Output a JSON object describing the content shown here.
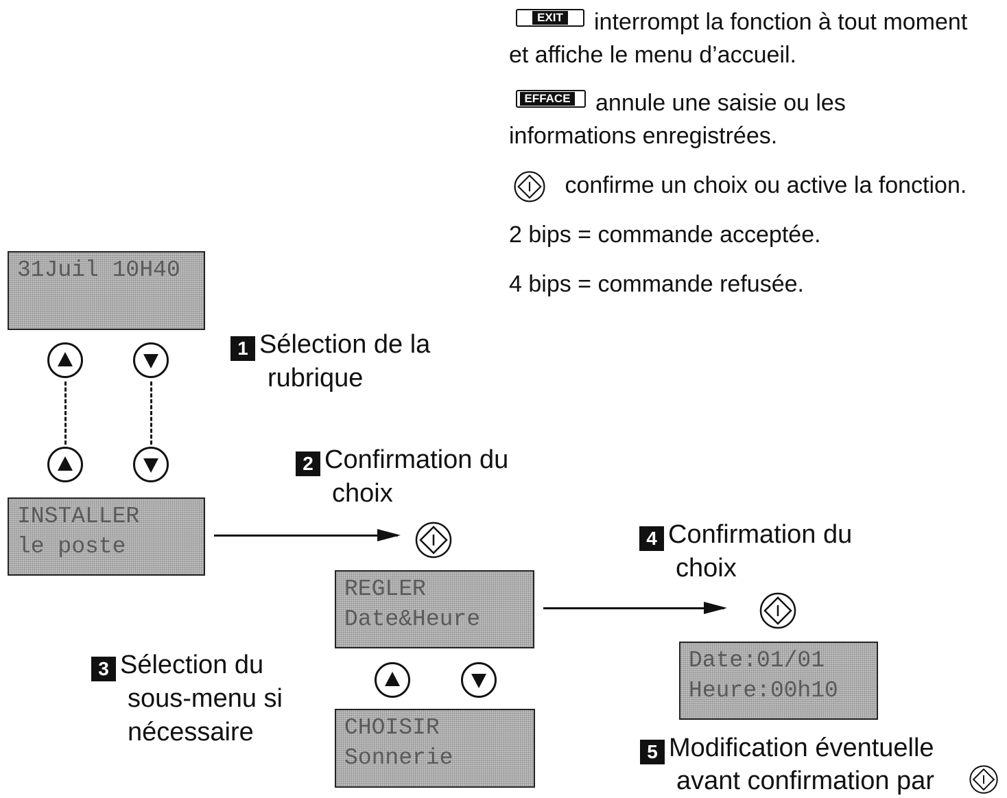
{
  "keys": {
    "exit_label": "EXIT",
    "efface_label": "EFFACE"
  },
  "legend": {
    "exit_line1": "interrompt la fonction à tout moment",
    "exit_line2": "et affiche le menu d’accueil.",
    "efface_line1": "annule une saisie ou les",
    "efface_line2": "informations enregistrées.",
    "ok_line": "confirme un choix ou active la fonction.",
    "beeps_ok": "2 bips = commande acceptée.",
    "beeps_refused": "4 bips = commande refusée."
  },
  "steps": [
    {
      "number": "1",
      "line1": "Sélection de la",
      "line2": "rubrique"
    },
    {
      "number": "2",
      "line1": "Confirmation du",
      "line2": "choix"
    },
    {
      "number": "3",
      "line1": "Sélection du",
      "line2": "sous-menu si",
      "line3": "nécessaire"
    },
    {
      "number": "4",
      "line1": "Confirmation du",
      "line2": "choix"
    },
    {
      "number": "5",
      "line1": "Modification éventuelle",
      "line2": "avant confirmation par"
    }
  ],
  "screens": {
    "home": {
      "line1": "31Juil 10H40"
    },
    "installer": {
      "line1": "INSTALLER",
      "line2": "le poste"
    },
    "regler": {
      "line1": "REGLER",
      "line2": "Date&Heure"
    },
    "choisir": {
      "line1": "CHOISIR",
      "line2": "Sonnerie"
    },
    "date": {
      "line1": "Date:01/01",
      "line2": "Heure:00h10"
    }
  },
  "icons": {
    "up": "up-arrow-key-icon",
    "down": "down-arrow-key-icon",
    "ok": "ok-diamond-key-icon"
  },
  "colors": {
    "ink": "#111111",
    "lcd_background": "#bdbdbd",
    "lcd_text": "#5a5a5a"
  }
}
